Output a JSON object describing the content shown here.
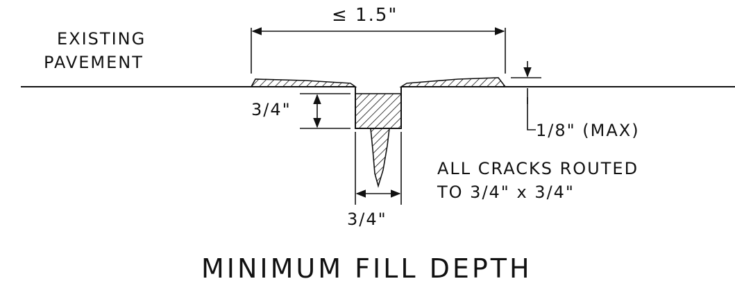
{
  "labels": {
    "width_dimension": "≤ 1.5\"",
    "existing_line1": "EXISTING",
    "existing_line2": "PAVEMENT",
    "depth_dimension": "3/4\"",
    "overband_height": "1/8\" (MAX)",
    "note_line1": "ALL CRACKS ROUTED",
    "note_line2": "TO 3/4\" x 3/4\"",
    "rout_width": "3/4\"",
    "title": "MINIMUM FILL DEPTH"
  }
}
